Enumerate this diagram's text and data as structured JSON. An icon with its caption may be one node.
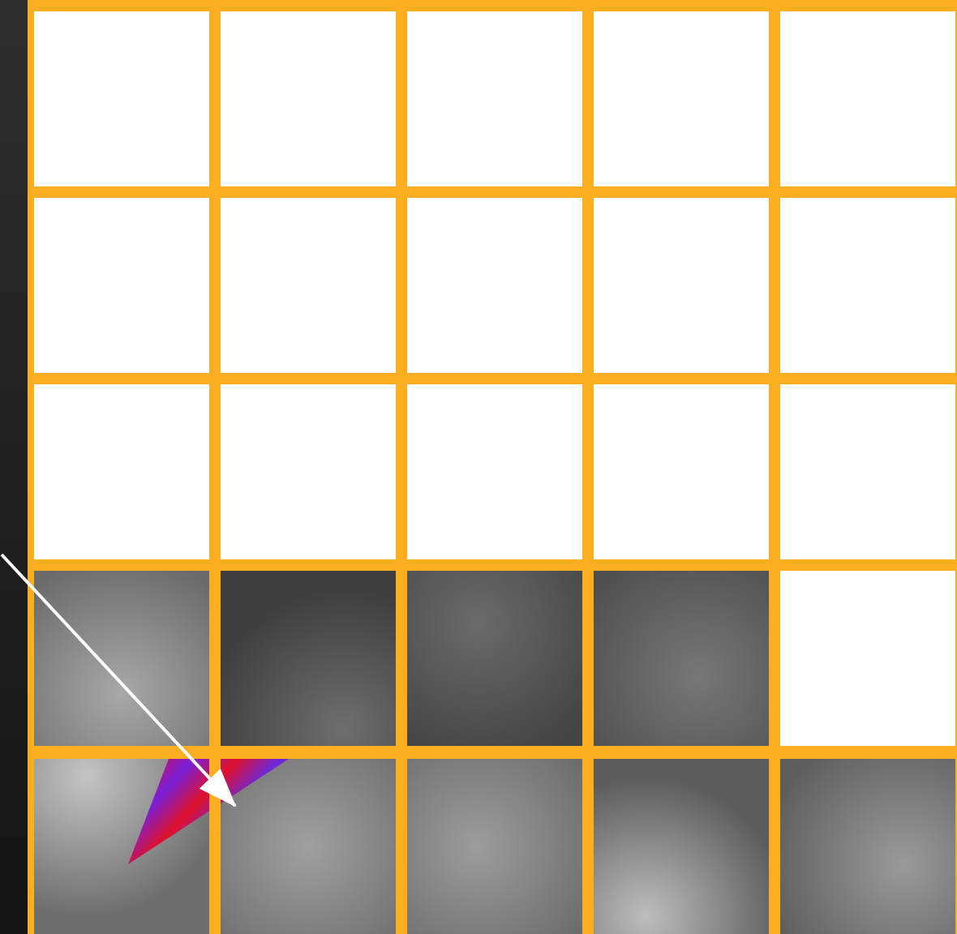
{
  "diagram": {
    "nodes": [
      {
        "text": [],
        "shape": "bar"
      },
      {
        "text": [],
        "shape": "triangle"
      }
    ],
    "edges": [
      {
        "from": 0,
        "to": 1,
        "arrow": "to"
      }
    ]
  }
}
